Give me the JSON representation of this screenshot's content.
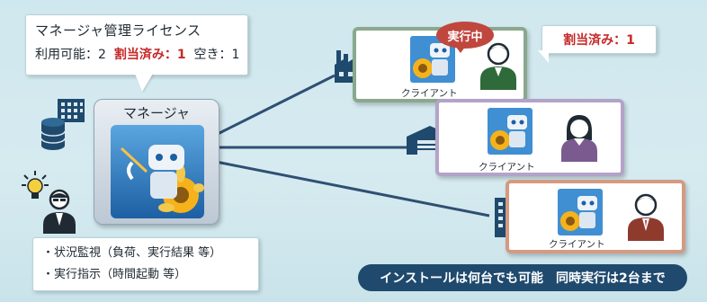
{
  "license_callout": {
    "title": "マネージャ管理ライセンス",
    "available_label": "利用可能：2",
    "allocated_label": "割当済み：1",
    "free_label": "空き：1"
  },
  "manager": {
    "label": "マネージャ"
  },
  "clients": [
    {
      "label": "クライアント",
      "status": "実行中"
    },
    {
      "label": "クライアント"
    },
    {
      "label": "クライアント"
    }
  ],
  "allocated_callout": "割当済み：1",
  "functions": [
    "・状況監視（負荷、実行結果 等）",
    "・実行指示（時間起動 等）"
  ],
  "banner": "インストールは何台でも可能　同時実行は2台まで",
  "icons": {
    "manager_side": [
      "office-building-icon",
      "database-icon",
      "lightbulb-icon",
      "operator-person-icon"
    ],
    "client_sites": [
      "factory-icon",
      "warehouse-icon",
      "tower-building-icon"
    ],
    "app": "robot-sunflower-app-icon",
    "people": [
      "man-user-icon",
      "woman-user-icon",
      "businessman-user-icon"
    ]
  },
  "colors": {
    "accent_red": "#c62828",
    "banner_bg": "#1f4a6e",
    "line": "#2f4f73",
    "client1_border": "#8aa88d",
    "client2_border": "#b3a3c8",
    "client3_border": "#d49a82"
  }
}
